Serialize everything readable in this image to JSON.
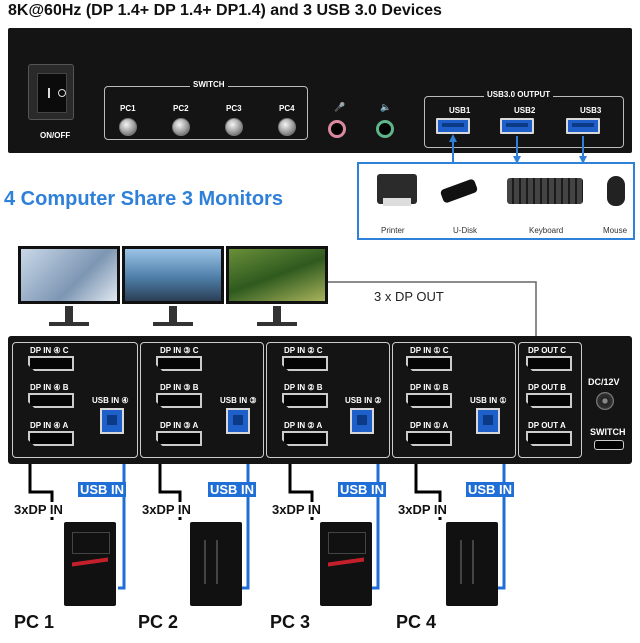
{
  "headline": "8K@60Hz (DP 1.4+ DP 1.4+ DP1.4) and 3 USB 3.0 Devices",
  "front_panel": {
    "power_label": "ON/OFF",
    "switch_title": "SWITCH",
    "switch_buttons": [
      "PC1",
      "PC2",
      "PC3",
      "PC4"
    ],
    "mic_icon": "microphone-icon",
    "speaker_icon": "speaker-icon",
    "usb_output_title": "USB3.0 OUTPUT",
    "usb_ports": [
      "USB1",
      "USB2",
      "USB3"
    ]
  },
  "peripherals": [
    "Printer",
    "U-Disk",
    "Keyboard",
    "Mouse"
  ],
  "share_title": "4 Computer Share 3 Monitors",
  "dp_out_caption": "3 x DP OUT",
  "back_panel": {
    "groups": [
      {
        "dp": [
          "DP IN ④ C",
          "DP IN ④ B",
          "DP IN ④ A"
        ],
        "usb": "USB IN ④"
      },
      {
        "dp": [
          "DP IN ③ C",
          "DP IN ③ B",
          "DP IN ③ A"
        ],
        "usb": "USB IN ③"
      },
      {
        "dp": [
          "DP IN ② C",
          "DP IN ② B",
          "DP IN ② A"
        ],
        "usb": "USB IN ②"
      },
      {
        "dp": [
          "DP IN ① C",
          "DP IN ① B",
          "DP IN ① A"
        ],
        "usb": "USB IN ①"
      }
    ],
    "dp_out": [
      "DP OUT C",
      "DP OUT B",
      "DP OUT A"
    ],
    "dc_label": "DC/12V",
    "switch_label": "SWITCH"
  },
  "cable_tags": {
    "usb_in": "USB IN",
    "dp_in": "3xDP IN"
  },
  "computers": [
    "PC 1",
    "PC 2",
    "PC 3",
    "PC 4"
  ],
  "colors": {
    "accent_blue": "#2f80d8",
    "usb_blue": "#1f6fd6",
    "device_black": "#141414"
  }
}
